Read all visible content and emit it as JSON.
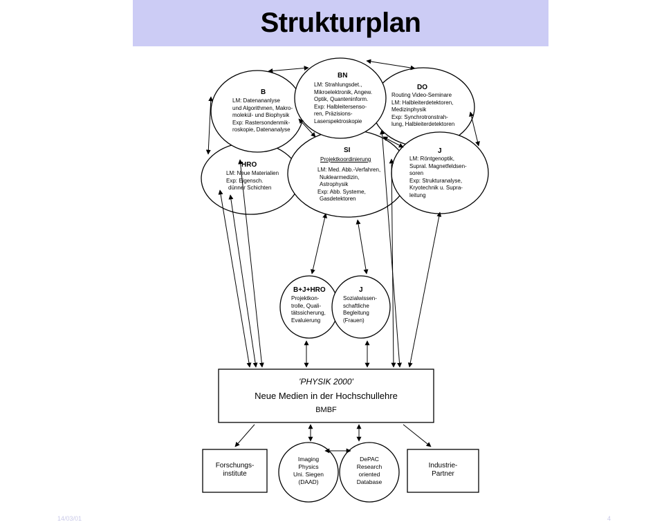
{
  "title": "Strukturplan",
  "nodes": {
    "bn": {
      "head": "BN",
      "lines": [
        "LM: Strahlungsdet.,",
        "Mikroelektronik, Angew.",
        "Optik, Quanteninform.",
        "Exp: Halbleitersenso-",
        "ren, Präzisions-",
        "Laserspektroskopie"
      ]
    },
    "b": {
      "head": "B",
      "lines": [
        "LM: Datenananlyse",
        "und Algorithmen, Makro-",
        "molekül- und Biophysik",
        "Exp: Rastersondenmik-",
        "roskopie, Datenanalyse"
      ]
    },
    "do": {
      "head": "DO",
      "lines": [
        "Routing Video-Seminare",
        "LM: Halbleiterdetektoren,",
        "Medizinphysik",
        "Exp: Synchrotronstrah-",
        "lung, Halbleiterdetektoren"
      ]
    },
    "si": {
      "head": "SI",
      "sub": "Projektkoordinierung",
      "lines": [
        "LM: Med. Abb.-Verfahren,",
        "Nuklearmedizin,",
        "Astrophysik",
        "Exp: Abb. Systeme,",
        "Gasdetektoren"
      ]
    },
    "hro": {
      "head": "HRO",
      "lines": [
        "LM: Neue Materialien",
        "Exp: Eigensch.",
        "dünner Schichten"
      ]
    },
    "j1": {
      "head": "J",
      "lines": [
        "LM: Röntgenoptik,",
        "Supral. Magnetfeldsen-",
        "soren",
        "Exp: Strukturanalyse,",
        "Kryotechnik u. Supra-",
        "leitung"
      ]
    },
    "bjhro": {
      "head": "B+J+HRO",
      "lines": [
        "Projektkon-",
        "trolle, Quali-",
        "tätssicherung,",
        "Evaluierung"
      ]
    },
    "j2": {
      "head": "J",
      "lines": [
        "Sozialwissen-",
        "schaftliche",
        "Begleitung",
        "(Frauen)"
      ]
    }
  },
  "center_box": {
    "line1": "'PHYSIK 2000'",
    "line2": "Neue Medien in der Hochschullehre",
    "line3": "BMBF"
  },
  "bottom": {
    "forschung": [
      "Forschungs-",
      "institute"
    ],
    "imaging": [
      "Imaging",
      "Physics",
      "Uni. Siegen",
      "(DAAD)"
    ],
    "depac": [
      "DePAC",
      "Research",
      "oriented",
      "Database"
    ],
    "industrie": [
      "Industrie-",
      "Partner"
    ]
  },
  "footer": {
    "date": "14/03/01",
    "page": "4"
  }
}
